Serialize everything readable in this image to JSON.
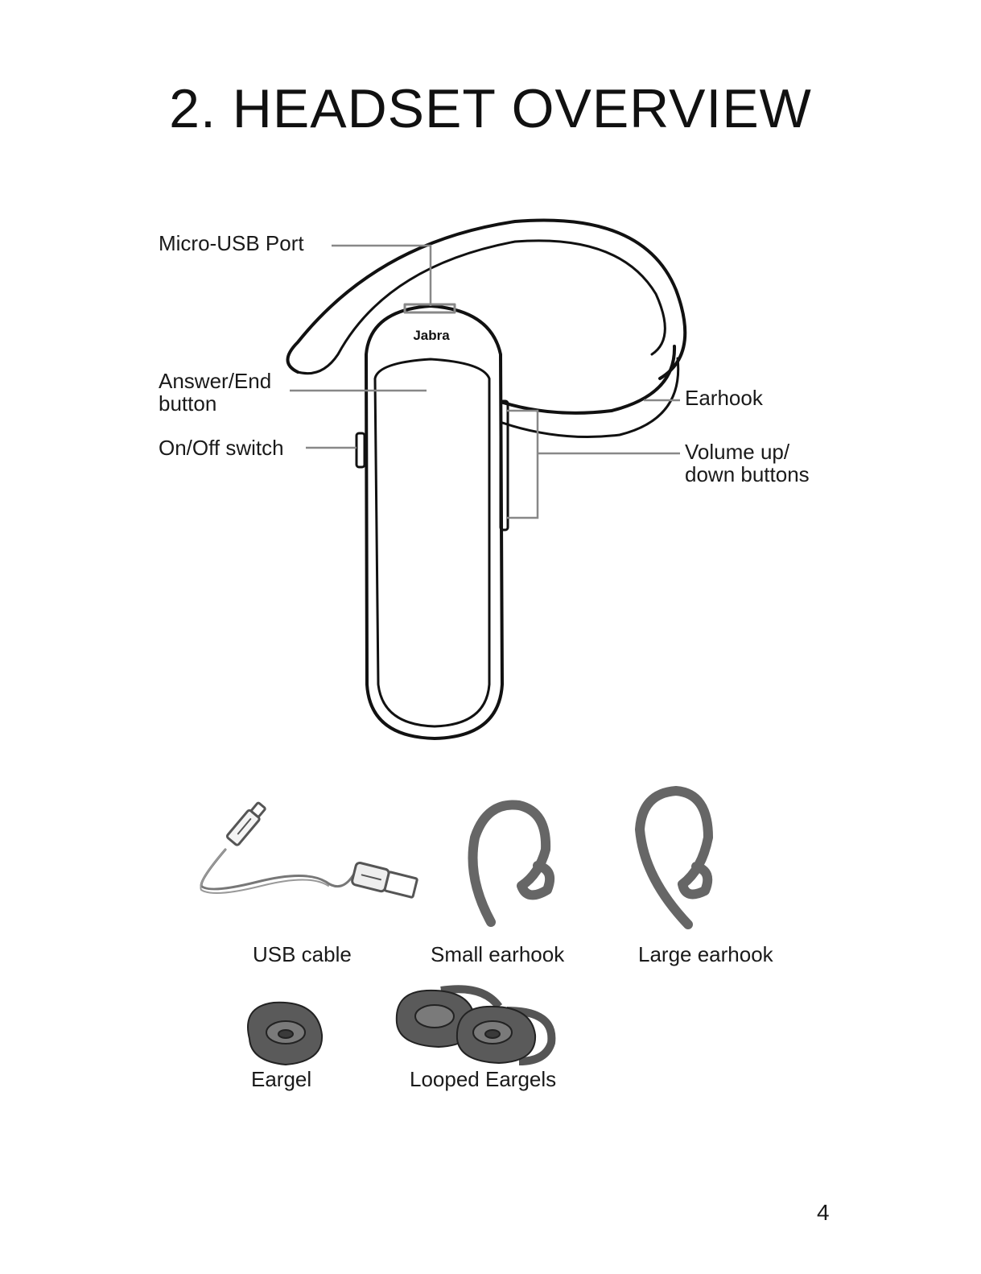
{
  "page": {
    "title": "2.  HEADSET OVERVIEW",
    "page_number": "4"
  },
  "headset": {
    "brand": "Jabra",
    "callouts": {
      "micro_usb_port": "Micro-USB Port",
      "answer_end_line1": "Answer/End",
      "answer_end_line2": "button",
      "on_off_switch": "On/Off switch",
      "earhook": "Earhook",
      "volume_line1": "Volume up/",
      "volume_line2": "down buttons"
    }
  },
  "accessories": {
    "usb_cable": "USB cable",
    "small_earhook": "Small earhook",
    "large_earhook": "Large earhook",
    "eargel": "Eargel",
    "looped_eargels": "Looped Eargels"
  }
}
